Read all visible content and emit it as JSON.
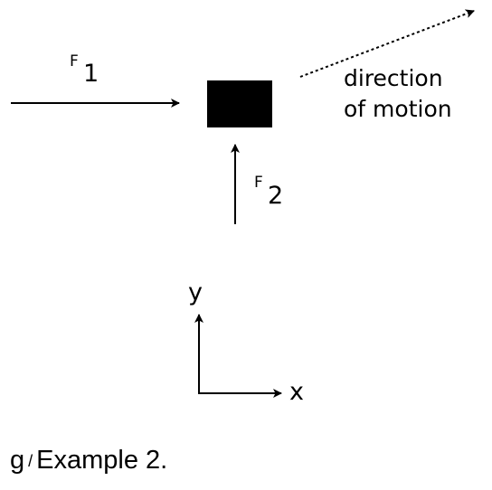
{
  "forces": {
    "f1": {
      "symbol": "F",
      "subscript": "1"
    },
    "f2": {
      "symbol": "F",
      "subscript": "2"
    }
  },
  "motion_label": {
    "line1": "direction",
    "line2": "of motion"
  },
  "axes": {
    "x": "x",
    "y": "y"
  },
  "caption": {
    "letter": "g",
    "separator": "/",
    "text": "Example 2."
  }
}
